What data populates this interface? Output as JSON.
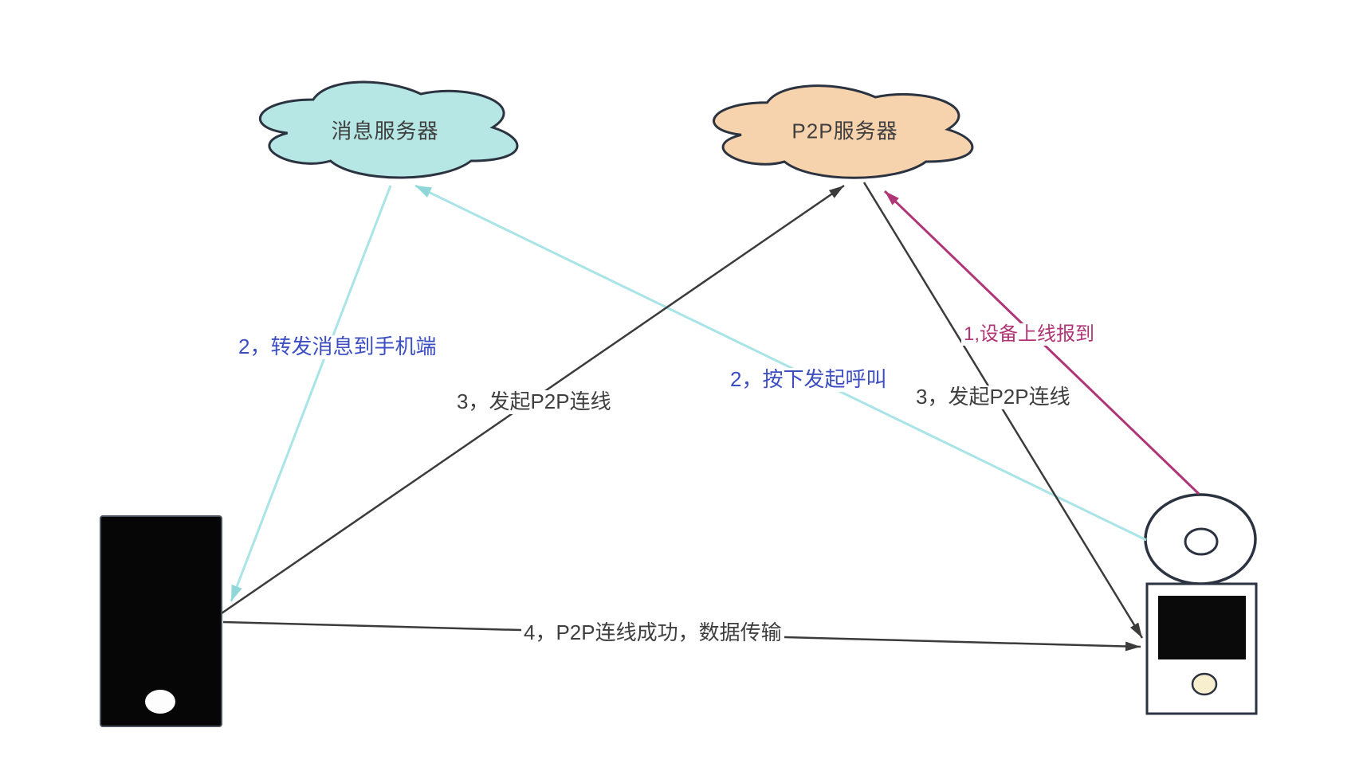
{
  "colors": {
    "cloud_message_fill": "#b6e7e4",
    "cloud_p2p_fill": "#f6d3ac",
    "shape_stroke": "#2b3240",
    "line_black": "#3b3b3b",
    "line_cyan": "#a9e4e6",
    "arrow_cyan": "#8fd6d9",
    "line_magenta": "#b03577",
    "label_blue": "#3c4ec2",
    "label_magenta": "#b03577",
    "label_dark": "#3f3f3f",
    "phone_fill": "#060606",
    "phone_stroke": "#4a545e",
    "doorbell_fill": "#ffffff",
    "doorbell_screen_fill": "#0a0a0a",
    "doorbell_button_fill": "#f8efcf"
  },
  "nodes": {
    "message_server": {
      "label": "消息服务器"
    },
    "p2p_server": {
      "label": "P2P服务器"
    }
  },
  "edges": {
    "device_online": {
      "label": "1,设备上线报到"
    },
    "press_call": {
      "label": "2，按下发起呼叫"
    },
    "forward_message": {
      "label": "2，转发消息到手机端"
    },
    "p2p_connect_from_phone": {
      "label": "3，发起P2P连线"
    },
    "p2p_connect_to_device": {
      "label": "3，发起P2P连线"
    },
    "p2p_success": {
      "label": "4，P2P连线成功，数据传输"
    }
  }
}
